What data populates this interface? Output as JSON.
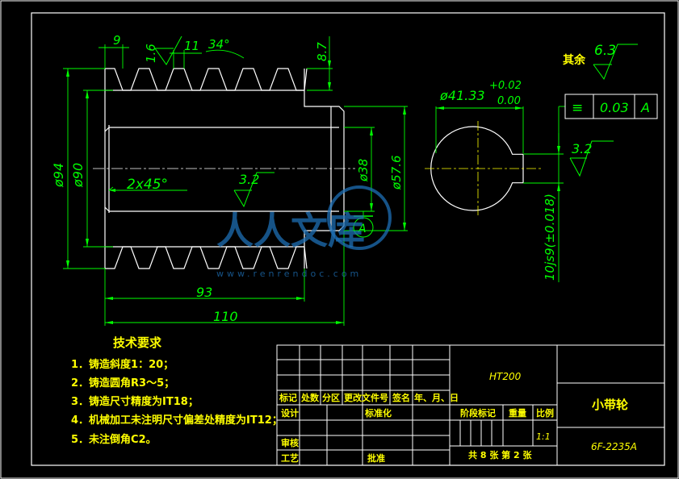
{
  "colors": {
    "background": "#000000",
    "outline": "#ffffff",
    "dimension": "#00ff00",
    "table_text": "#ffff00",
    "watermark": "#1e6fb5"
  },
  "dimensions": {
    "d9": "9",
    "d11": "11",
    "angle34": "34°",
    "rough16": "1.6",
    "d87": "8.7",
    "phi94": "ø94",
    "phi90": "ø90",
    "chamfer": "2x45°",
    "rough32_mid": "3.2",
    "phi38": "ø38",
    "phi576": "ø57.6",
    "d93": "93",
    "d110": "110",
    "phi4133": "ø41.33",
    "tol_upper": "+0.02",
    "tol_lower": "0.00",
    "keyway": "10js9(±0.018)",
    "rough32_right": "3.2",
    "datum_a": "A"
  },
  "general_roughness": {
    "label": "其余",
    "value": "6.3"
  },
  "tolerance_frame": {
    "symbol": "≡",
    "value": "0.03",
    "datum": "A"
  },
  "tech_requirements": {
    "title": "技术要求",
    "items": [
      "1．铸造斜度1：20；",
      "2．铸造圆角R3～5；",
      "3．铸造尺寸精度为IT18；",
      "4．机械加工未注明尺寸偏差处精度为IT12；",
      "5．未注倒角C2。"
    ]
  },
  "watermark": {
    "text": "人人文库",
    "url": "www.renrendoc.com"
  },
  "title_block": {
    "material": "HT200",
    "part_name": "小带轮",
    "drawing_no": "6F-2235A",
    "scale": "1:1",
    "sheet_info": "共 8 张 第 2 张",
    "headers": [
      "标记",
      "处数",
      "分区",
      "更改文件号",
      "签名",
      "年、月、日"
    ],
    "design": "设计",
    "standardize": "标准化",
    "stage_mark": "阶段标记",
    "weight": "重量",
    "ratio": "比例",
    "check": "审核",
    "process": "工艺",
    "approve": "批准"
  }
}
